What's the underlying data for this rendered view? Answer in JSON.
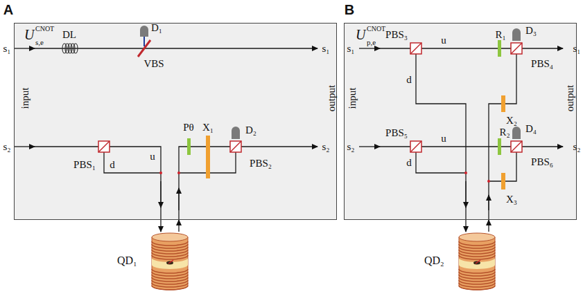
{
  "diagram": {
    "nodes": [
      {
        "text": [
          "U",
          "CNOT",
          "s,e"
        ]
      },
      {
        "text": [
          "U",
          "CNOT",
          "p,e"
        ]
      },
      {
        "text": [
          "QD₁"
        ]
      },
      {
        "text": [
          "QD₂"
        ]
      }
    ],
    "edges": [
      {
        "from": 0,
        "to": 2,
        "arrow": "to"
      },
      {
        "from": 2,
        "to": 0,
        "arrow": "to"
      },
      {
        "from": 1,
        "to": 3,
        "arrow": "to"
      },
      {
        "from": 3,
        "to": 1,
        "arrow": "to"
      }
    ],
    "labels": [
      "A",
      "B",
      "s₁",
      "s₂",
      "input",
      "DL",
      "D₁",
      "VBS",
      "PBS₁",
      "u",
      "d",
      "Pθ",
      "X₁",
      "D₂",
      "PBS₂",
      "s₁",
      "s₂",
      "output",
      "s₁",
      "s₂",
      "input",
      "PBS₃",
      "u",
      "d",
      "R₁",
      "D₃",
      "X₂",
      "PBS₄",
      "PBS₅",
      "u",
      "d",
      "R₂",
      "D₄",
      "X₃",
      "PBS₆",
      "s₁",
      "s₂",
      "output"
    ]
  }
}
